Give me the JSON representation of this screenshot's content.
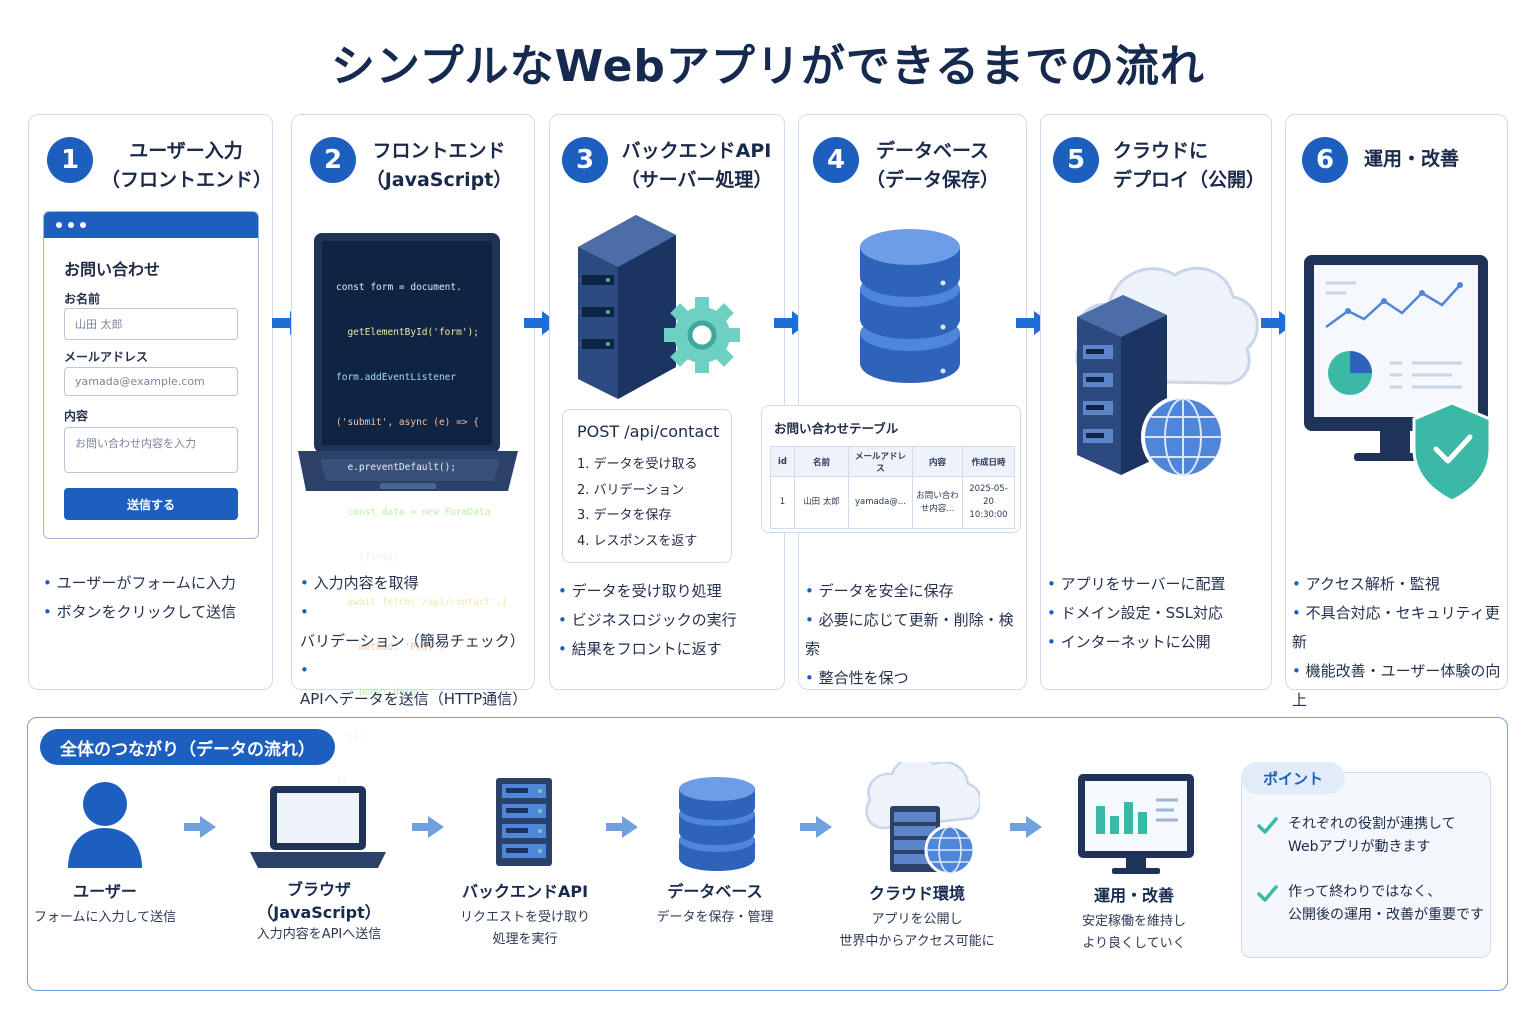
{
  "title": "シンプルなWebアプリができるまでの流れ",
  "steps": [
    {
      "num": "1",
      "title": "ユーザー入力\n（フロントエンド）",
      "bullets": [
        "ユーザーがフォームに入力",
        "ボタンをクリックして送信"
      ]
    },
    {
      "num": "2",
      "title": "フロントエンド\n（JavaScript）",
      "bullets": [
        "入力内容を取得",
        "バリデーション（簡易チェック）",
        "APIへデータを送信（HTTP通信）"
      ]
    },
    {
      "num": "3",
      "title": "バックエンドAPI\n（サーバー処理）",
      "bullets": [
        "データを受け取り処理",
        "ビジネスロジックの実行",
        "結果をフロントに返す"
      ]
    },
    {
      "num": "4",
      "title": "データベース\n（データ保存）",
      "bullets": [
        "データを安全に保存",
        "必要に応じて更新・削除・検索",
        "整合性を保つ"
      ]
    },
    {
      "num": "5",
      "title": "クラウドに\nデプロイ（公開）",
      "bullets": [
        "アプリをサーバーに配置",
        "ドメイン設定・SSL対応",
        "インターネットに公開"
      ]
    },
    {
      "num": "6",
      "title": "運用・改善",
      "bullets": [
        "アクセス解析・監視",
        "不具合対応・セキュリティ更新",
        "機能改善・ユーザー体験の向上"
      ]
    }
  ],
  "form": {
    "title": "お問い合わせ",
    "name_label": "お名前",
    "name_value": "山田 太郎",
    "email_label": "メールアドレス",
    "email_value": "yamada@example.com",
    "content_label": "内容",
    "content_placeholder": "お問い合わせ内容を入力",
    "submit_label": "送信する"
  },
  "code_lines": [
    "const form = document.",
    "  getElementById('form');",
    "form.addEventListener",
    "('submit', async (e) => {",
    "  e.preventDefault();",
    "  const data = new FormData",
    "    (form);",
    "  await fetch('/api/contact',{",
    "    method: 'POST',",
    "    body: data",
    "  });",
    "});"
  ],
  "api": {
    "endpoint": "POST /api/contact",
    "steps": [
      "1.  データを受け取る",
      "2.  バリデーション",
      "3.  データを保存",
      "4.  レスポンスを返す"
    ]
  },
  "db_table": {
    "title": "お問い合わせテーブル",
    "headers": [
      "id",
      "名前",
      "メールアドレス",
      "内容",
      "作成日時"
    ],
    "row": [
      "1",
      "山田 太郎",
      "yamada@...",
      "お問い合わ\nせ内容...",
      "2025-05-20\n10:30:00"
    ]
  },
  "flow": {
    "label": "全体のつながり（データの流れ）",
    "nodes": [
      {
        "name": "ユーザー",
        "desc": "フォームに入力して送信"
      },
      {
        "name": "ブラウザ\n（JavaScript）",
        "desc": "入力内容をAPIへ送信"
      },
      {
        "name": "バックエンドAPI",
        "desc": "リクエストを受け取り\n処理を実行"
      },
      {
        "name": "データベース",
        "desc": "データを保存・管理"
      },
      {
        "name": "クラウド環境",
        "desc": "アプリを公開し\n世界中からアクセス可能に"
      },
      {
        "name": "運用・改善",
        "desc": "安定稼働を維持し\nより良くしていく"
      }
    ]
  },
  "point": {
    "label": "ポイント",
    "items": [
      "それぞれの役割が連携して\nWebアプリが動きます",
      "作って終わりではなく、\n公開後の運用・改善が重要です"
    ]
  },
  "colors": {
    "primary": "#1d5fbf",
    "navy": "#16294f",
    "teal": "#3cb8a6",
    "light_blue": "#4f86d9"
  }
}
